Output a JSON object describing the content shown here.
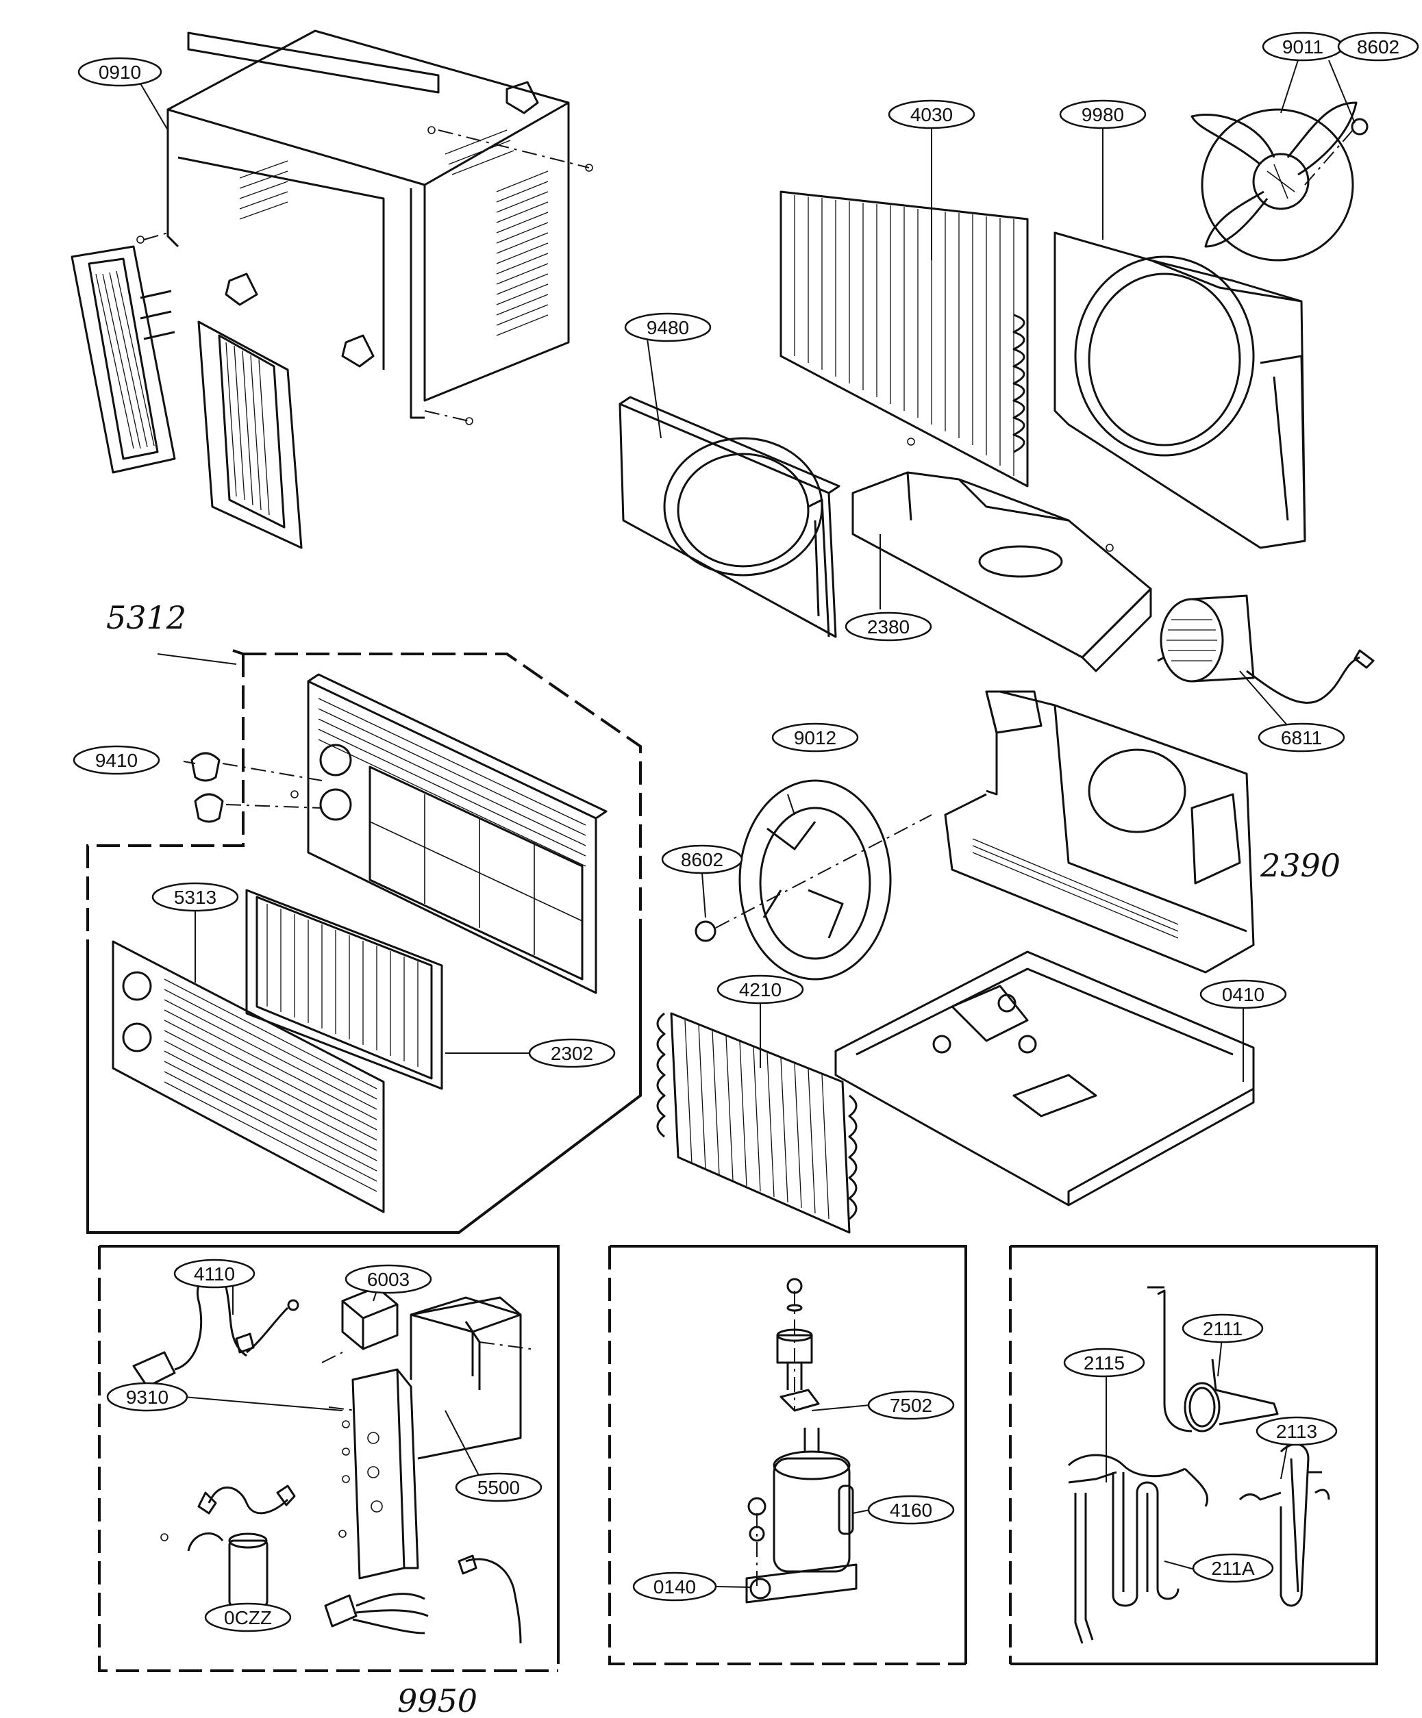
{
  "labels": {
    "l0910": "0910",
    "l9011": "9011",
    "l8602a": "8602",
    "l4030": "4030",
    "l9980": "9980",
    "l9480": "9480",
    "l2380": "2380",
    "l5312": "5312",
    "l9410": "9410",
    "l9012": "9012",
    "l8602b": "8602",
    "l6811": "6811",
    "l2390": "2390",
    "l5313": "5313",
    "l2302": "2302",
    "l4210": "4210",
    "l0410": "0410",
    "l4110": "4110",
    "l6003": "6003",
    "l9310": "9310",
    "l5500": "5500",
    "l0CZZ": "0CZZ",
    "l9950": "9950",
    "l7502": "7502",
    "l4160": "4160",
    "l0140": "0140",
    "l2111": "2111",
    "l2115": "2115",
    "l2113": "2113",
    "l211A": "211A"
  }
}
